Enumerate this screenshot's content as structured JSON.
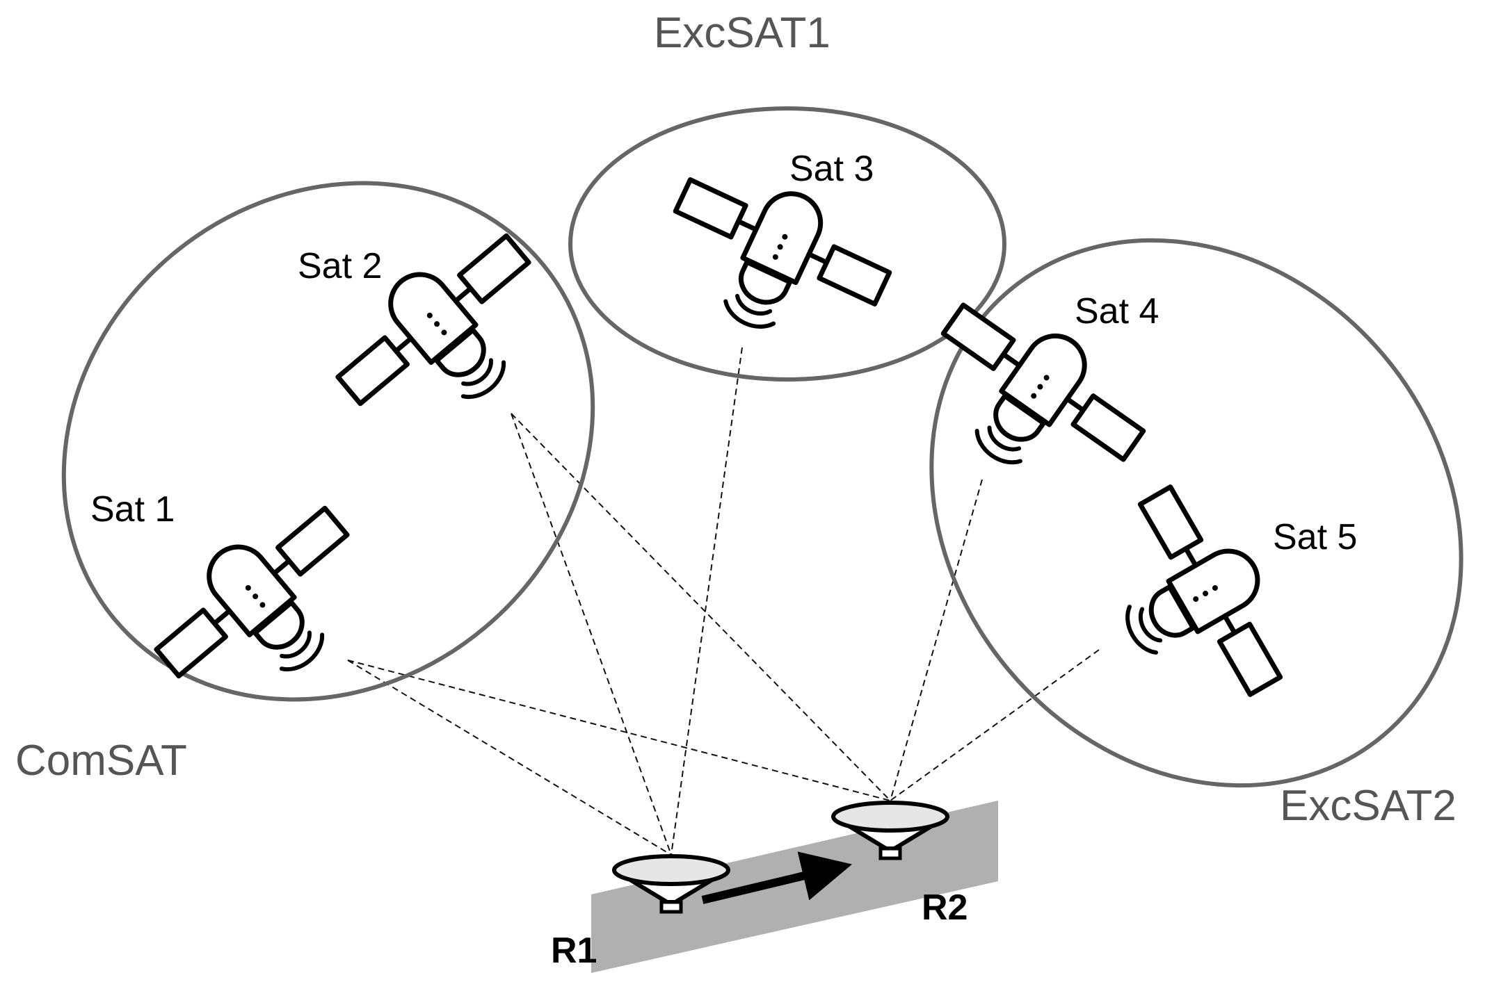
{
  "groups": {
    "comsat": "ComSAT",
    "excsat1": "ExcSAT1",
    "excsat2": "ExcSAT2"
  },
  "satellites": [
    "Sat 1",
    "Sat 2",
    "Sat 3",
    "Sat 4",
    "Sat 5"
  ],
  "receivers": [
    "R1",
    "R2"
  ],
  "colors": {
    "ellipse_stroke": "#666666",
    "ground_strip": "#b0b0b0",
    "link": "#111111",
    "label_gray": "#555555"
  },
  "icons": {
    "satellite": "satellite-icon",
    "receiver": "dish-antenna-icon",
    "motion": "arrow-right-icon"
  }
}
